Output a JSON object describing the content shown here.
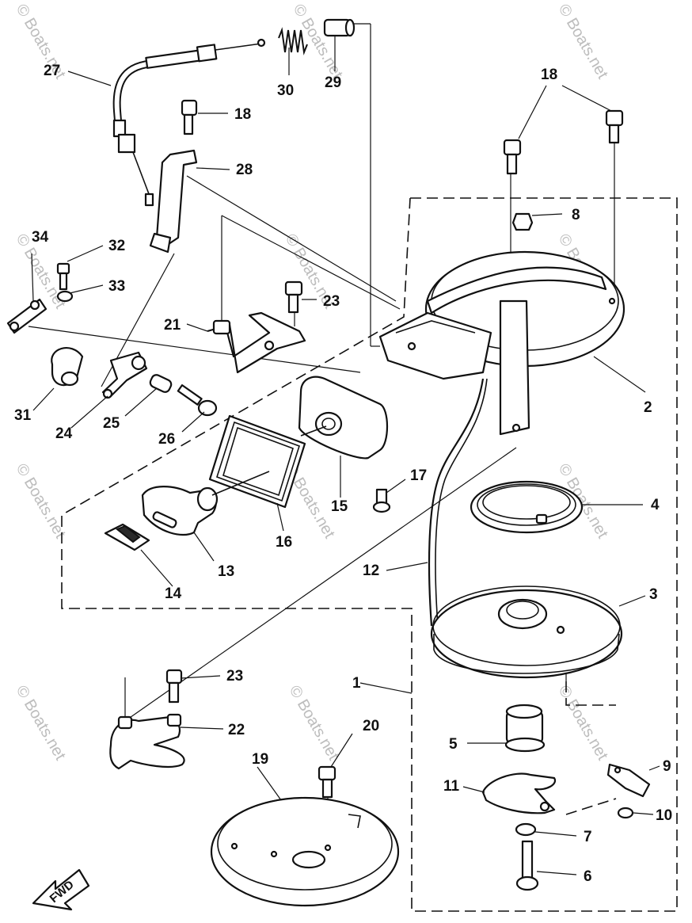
{
  "callouts": {
    "c1": "1",
    "c2": "2",
    "c3": "3",
    "c4": "4",
    "c5": "5",
    "c6": "6",
    "c7": "7",
    "c8": "8",
    "c9": "9",
    "c10": "10",
    "c11": "11",
    "c12": "12",
    "c13": "13",
    "c14": "14",
    "c15": "15",
    "c16": "16",
    "c17": "17",
    "c18a": "18",
    "c18b": "18",
    "c19": "19",
    "c20": "20",
    "c21": "21",
    "c22": "22",
    "c23a": "23",
    "c23b": "23",
    "c24": "24",
    "c25": "25",
    "c26": "26",
    "c27": "27",
    "c28": "28",
    "c29": "29",
    "c30": "30",
    "c31": "31",
    "c32": "32",
    "c33": "33",
    "c34": "34"
  },
  "fwd_label": "FWD",
  "watermark": {
    "text": "© Boats.net",
    "color": "#bdbdbd"
  },
  "line_color": "#111111"
}
